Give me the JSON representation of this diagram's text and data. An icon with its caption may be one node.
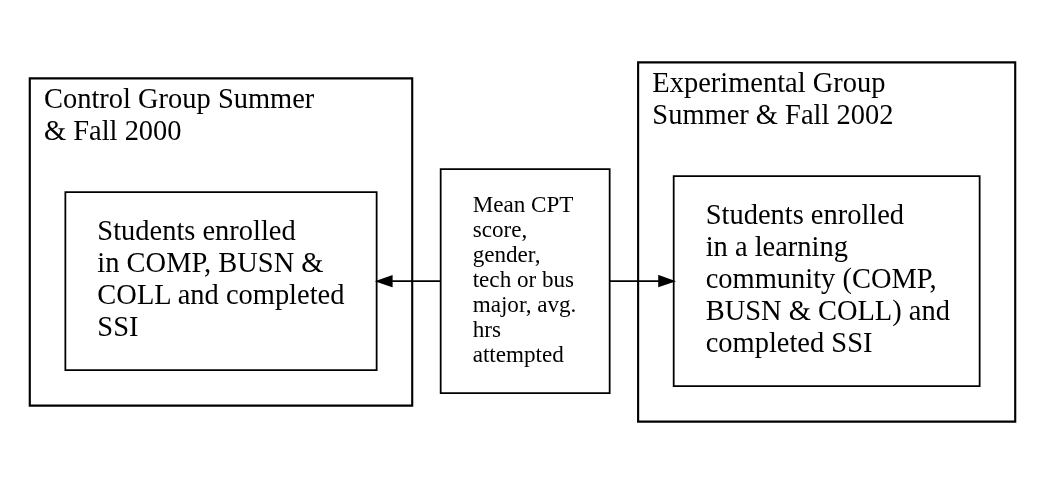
{
  "diagram": {
    "nodes": [
      {
        "text": [
          "Control Group Summer & Fall 2000"
        ]
      },
      {
        "text": [
          "Students enrolled in COMP, BUSN & COLL and completed SSI"
        ],
        "in": 0
      },
      {
        "text": [
          "Mean CPT score, gender, tech or bus major, avg. hrs attempted"
        ]
      },
      {
        "text": [
          "Experimental Group Summer & Fall 2002"
        ]
      },
      {
        "text": [
          "Students enrolled in a learning community (COMP, BUSN & COLL) and completed SSI"
        ],
        "in": 3
      }
    ],
    "edges": [
      {
        "from": 2,
        "to": 1,
        "arrow": "to"
      },
      {
        "from": 2,
        "to": 4,
        "arrow": "to"
      }
    ]
  }
}
